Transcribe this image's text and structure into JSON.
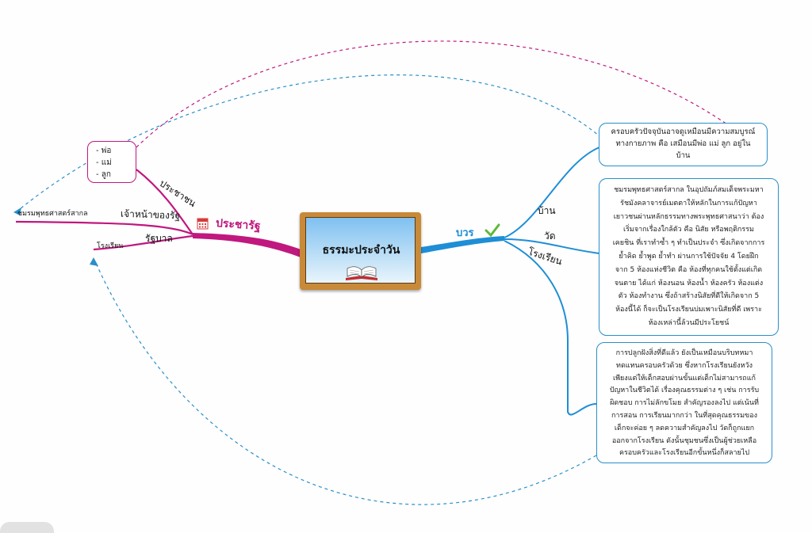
{
  "central_topic": {
    "title": "ธรรมะประจำวัน",
    "icon": "open-book-icon"
  },
  "colors": {
    "left_branch": "#c0187e",
    "right_branch": "#1e8ed6",
    "relation_pink": "#c0187e",
    "relation_blue": "#2a8fc9",
    "check": "#5fb93a"
  },
  "left_branch": {
    "label": "ประชารัฐ",
    "icon": "calendar-icon",
    "children": [
      {
        "label": "ประชาชน",
        "members": [
          "- พ่อ",
          "- แม่",
          "- ลูก"
        ]
      },
      {
        "label": "เจ้าหน้าของรัฐ",
        "leaf": "ชมรมพุทธศาสตร์สากล"
      },
      {
        "label": "รัฐบาล",
        "leaf": "โรงเรียน"
      }
    ]
  },
  "right_branch": {
    "label": "บวร",
    "icon": "checkmark-icon",
    "children": [
      {
        "label": "บ้าน",
        "note": [
          "ครอบครัวปัจจุบันอาจดูเหมือนมีความสมบูรณ์",
          "ทางกายภาพ คือ เสมือนมีพ่อ แม่ ลูก อยู่ใน",
          "บ้าน"
        ]
      },
      {
        "label": "วัด",
        "note": [
          "ชมรมพุทธศาสตร์สากล ในอุปถัมภ์สมเด็จพระมหา",
          "รัชมังคลาจารย์เมตตาให้หลักในการแก้ปัญหา",
          "เยาวชนผ่านหลักธรรมทางพระพุทธศาสนาว่า ต้อง",
          "เริ่มจากเรื่องใกล้ตัว คือ นิสัย หรือพฤติกรรม",
          "เคยชิน ที่เราทำซ้ำ ๆ ทำเป็นประจำ ซึ่งเกิดจากการ",
          "ย้ำคิด ย้ำพูด ย้ำทำ ผ่านการใช้ปัจจัย 4 โดยฝึก",
          "จาก 5 ห้องแห่งชีวิต คือ ห้องที่ทุกคนใช้ตั้งแต่เกิด",
          "จนตาย ได้แก่ ห้องนอน ห้องน้ำ ห้องครัว ห้องแต่ง",
          "ตัว ห้องทำงาน ซึ่งถ้าสร้างนิสัยที่ดีให้เกิดจาก 5",
          "ห้องนี้ได้ ก็จะเป็นโรงเรียนบ่มเพาะนิสัยที่ดี เพราะ",
          "ห้องเหล่านี้ล้วนมีประโยชน์"
        ]
      },
      {
        "label": "โรงเรียน",
        "note": [
          "การปลูกฝังสิ่งที่ดีแล้ว ยังเป็นเหมือนบริบทหมา",
          "ทดแทนครอบครัวด้วย ซึ่งหากโรงเรียนยังหวัง",
          "เพียงแต่ให้เด็กสอบผ่านขั้นแต่เด็กไม่สามารถแก้",
          "ปัญหาในชีวิตได้ เรื่องคุณธรรมต่าง ๆ เช่น การรับ",
          "ผิดชอบ การไม่ลักขโมย สำคัญรองลงไป แต่เน้นที่",
          "การสอน การเรียนมากกว่า ในที่สุดคุณธรรมของ",
          "เด็กจะค่อย ๆ ลดความสำคัญลงไป วัดก็ถูกแยก",
          "ออกจากโรงเรียน ดังนั้นชุมชนซึ่งเป็นผู้ช่วยเหลือ",
          "ครอบครัวและโรงเรียนอีกขั้นหนึ่งก็สลายไป"
        ]
      }
    ]
  }
}
